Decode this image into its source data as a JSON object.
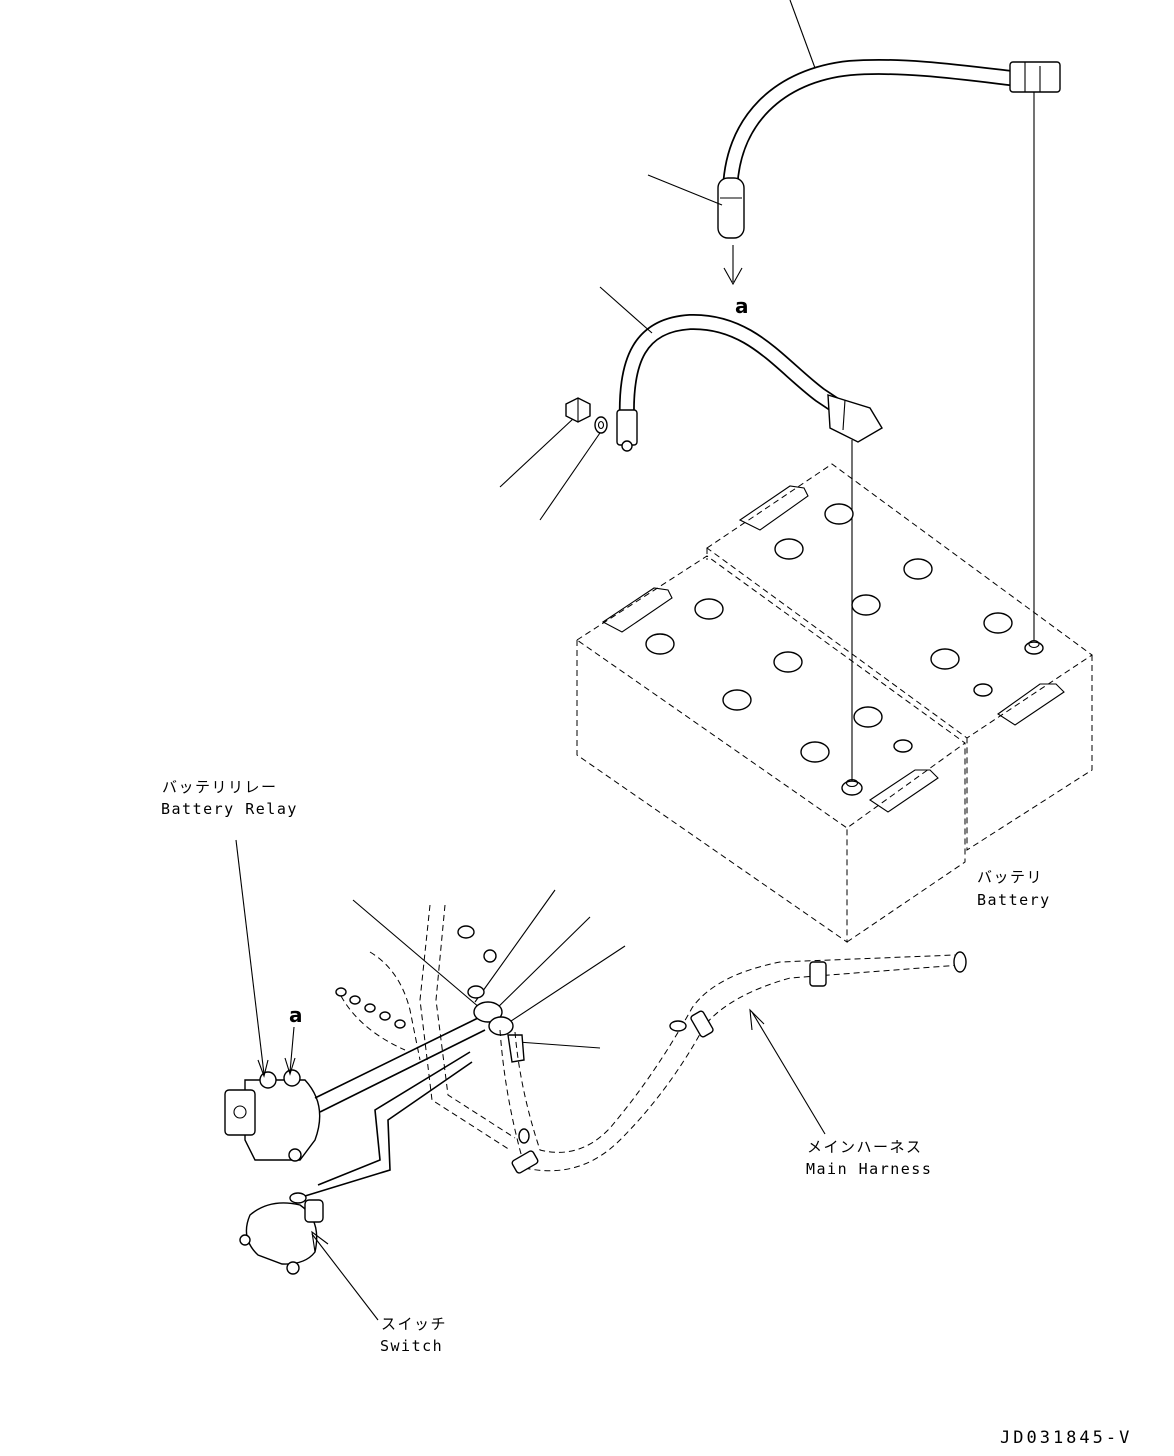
{
  "callouts": {
    "marker_top": "a",
    "marker_relay": "a"
  },
  "labels": {
    "battery_relay_jp": "バッテリリレー",
    "battery_relay_en": "Battery Relay",
    "battery_jp": "バッテリ",
    "battery_en": "Battery",
    "main_harness_jp": "メインハーネス",
    "main_harness_en": "Main Harness",
    "switch_jp": "スイッチ",
    "switch_en": "Switch"
  },
  "drawing_code": "JD031845-V"
}
